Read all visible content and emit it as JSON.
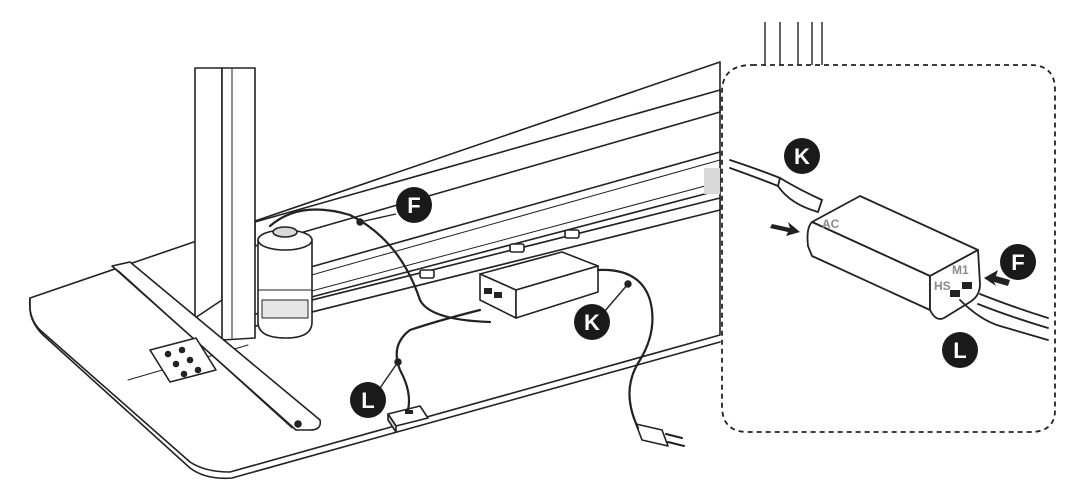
{
  "callouts": {
    "F": "F",
    "K": "K",
    "L": "L"
  },
  "ports": {
    "ac": "AC",
    "m1": "M1",
    "hs": "HS"
  },
  "colors": {
    "line": "#222222",
    "fill": "#ffffff",
    "shade": "#d9d9d9",
    "callout": "#1a1a1a",
    "label": "#8a8a8a"
  }
}
